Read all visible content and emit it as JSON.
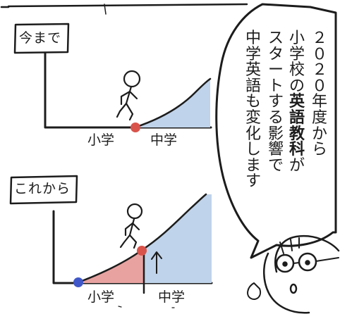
{
  "panels": [
    {
      "title": "今まで",
      "axis_left": "小学",
      "axis_right": "中学"
    },
    {
      "title": "これから",
      "axis_left": "小学",
      "axis_right": "中学"
    }
  ],
  "speech": {
    "lines": [
      [
        {
          "text": "２０２０年度から",
          "bold": false
        }
      ],
      [
        {
          "text": "小学校の",
          "bold": false
        },
        {
          "text": "英語教科",
          "bold": true
        },
        {
          "text": "が",
          "bold": false
        }
      ],
      [
        {
          "text": "スタートする影響で",
          "bold": false
        }
      ],
      [
        {
          "text": "中学英語も変化します",
          "bold": false
        }
      ]
    ]
  },
  "colors": {
    "curve_fill_blue": "#bfd3ea",
    "new_area_red": "#e8a3a1",
    "start_dot_blue": "#3f57c8",
    "marker_dot_red": "#d9534a",
    "ink": "#1c1c1c"
  }
}
